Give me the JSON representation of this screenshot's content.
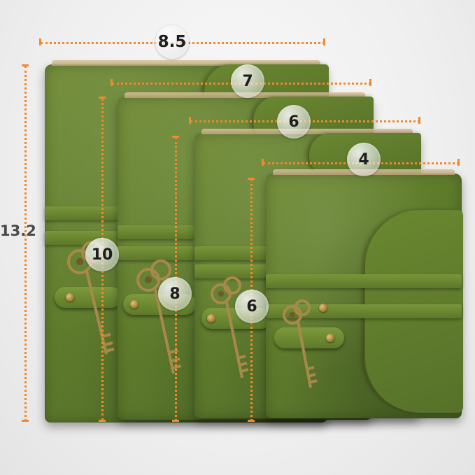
{
  "dimensions": {
    "widths": [
      "8.5",
      "7",
      "6",
      "4"
    ],
    "heights": [
      "13.2",
      "10",
      "8",
      "6"
    ]
  },
  "colors": {
    "leather": "#607d2c",
    "measure": "#f08a2c",
    "background": "#efefef"
  },
  "objects": {
    "journal_count": 4,
    "hardware": [
      "key-icon",
      "rivet-icon",
      "strap"
    ]
  }
}
